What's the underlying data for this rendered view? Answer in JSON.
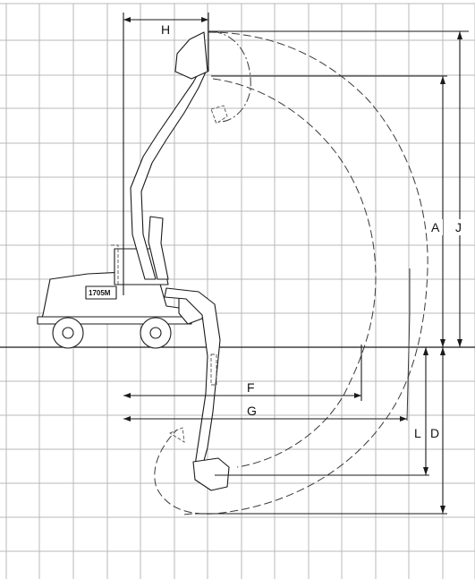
{
  "model_badge": "1705M",
  "dimension_labels": {
    "H": "H",
    "A": "A",
    "J": "J",
    "F": "F",
    "G": "G",
    "L": "L",
    "D": "D"
  }
}
